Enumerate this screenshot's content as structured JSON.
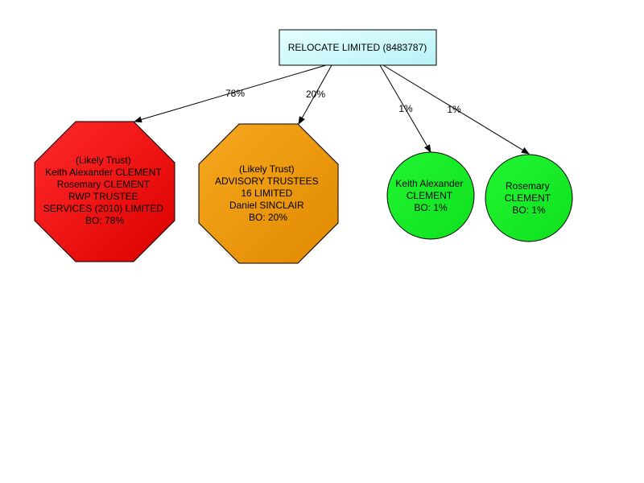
{
  "root": {
    "label": "RELOCATE LIMITED (8483787)",
    "fill": "#ccffff"
  },
  "owners": [
    {
      "lines": [
        "(Likely Trust)",
        "Keith Alexander CLEMENT",
        "Rosemary CLEMENT",
        "RWP TRUSTEE",
        "SERVICES (2010) LIMITED",
        "BO: 78%"
      ],
      "edge_label": "78%",
      "shape": "octagon",
      "color": "#ee1111"
    },
    {
      "lines": [
        "(Likely Trust)",
        "ADVISORY TRUSTEES",
        "16 LIMITED",
        "Daniel SINCLAIR",
        "BO: 20%"
      ],
      "edge_label": "20%",
      "shape": "octagon",
      "color": "#f29a11"
    },
    {
      "lines": [
        "Keith Alexander",
        "CLEMENT",
        "BO: 1%"
      ],
      "edge_label": "1%",
      "shape": "circle",
      "color": "#11ee22"
    },
    {
      "lines": [
        "Rosemary",
        "CLEMENT",
        "BO: 1%"
      ],
      "edge_label": "1%",
      "shape": "circle",
      "color": "#11ee22"
    }
  ]
}
